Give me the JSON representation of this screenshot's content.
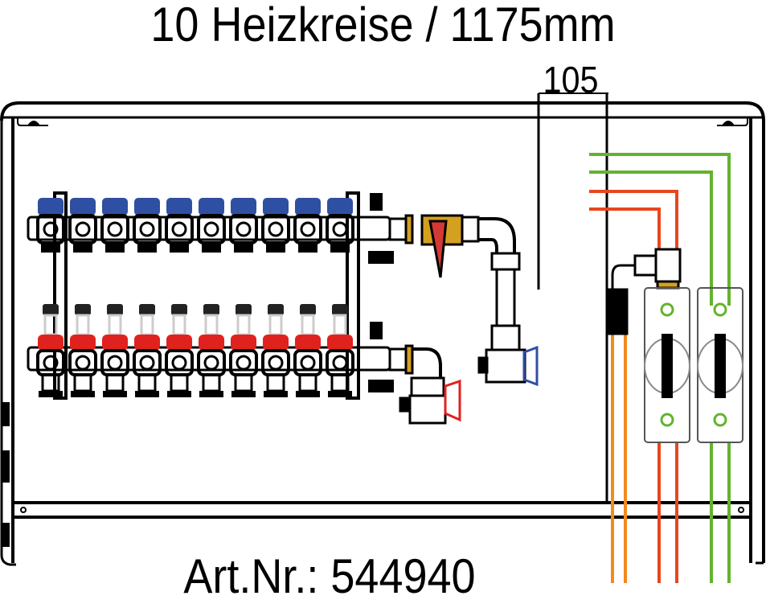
{
  "title": "10 Heizkreise / 1175mm",
  "dimension_label": "105",
  "article_number": "Art.Nr.: 544940",
  "manifold": {
    "circuit_count": 10,
    "supply_cap_color": "#2f4fa3",
    "return_cap_color": "#e0221f",
    "flowmeter_cap_color": "#222222"
  },
  "fittings": {
    "filter_color": "#d33a36",
    "brass_color": "#d4a020",
    "supply_valve_handle_color": "#2f4fa3",
    "return_valve_handle_color": "#e0221f"
  },
  "pipes": {
    "green_color": "#63b32e",
    "red_color": "#e8461e",
    "orange_color": "#f28a1e"
  },
  "pump_groups": 2
}
